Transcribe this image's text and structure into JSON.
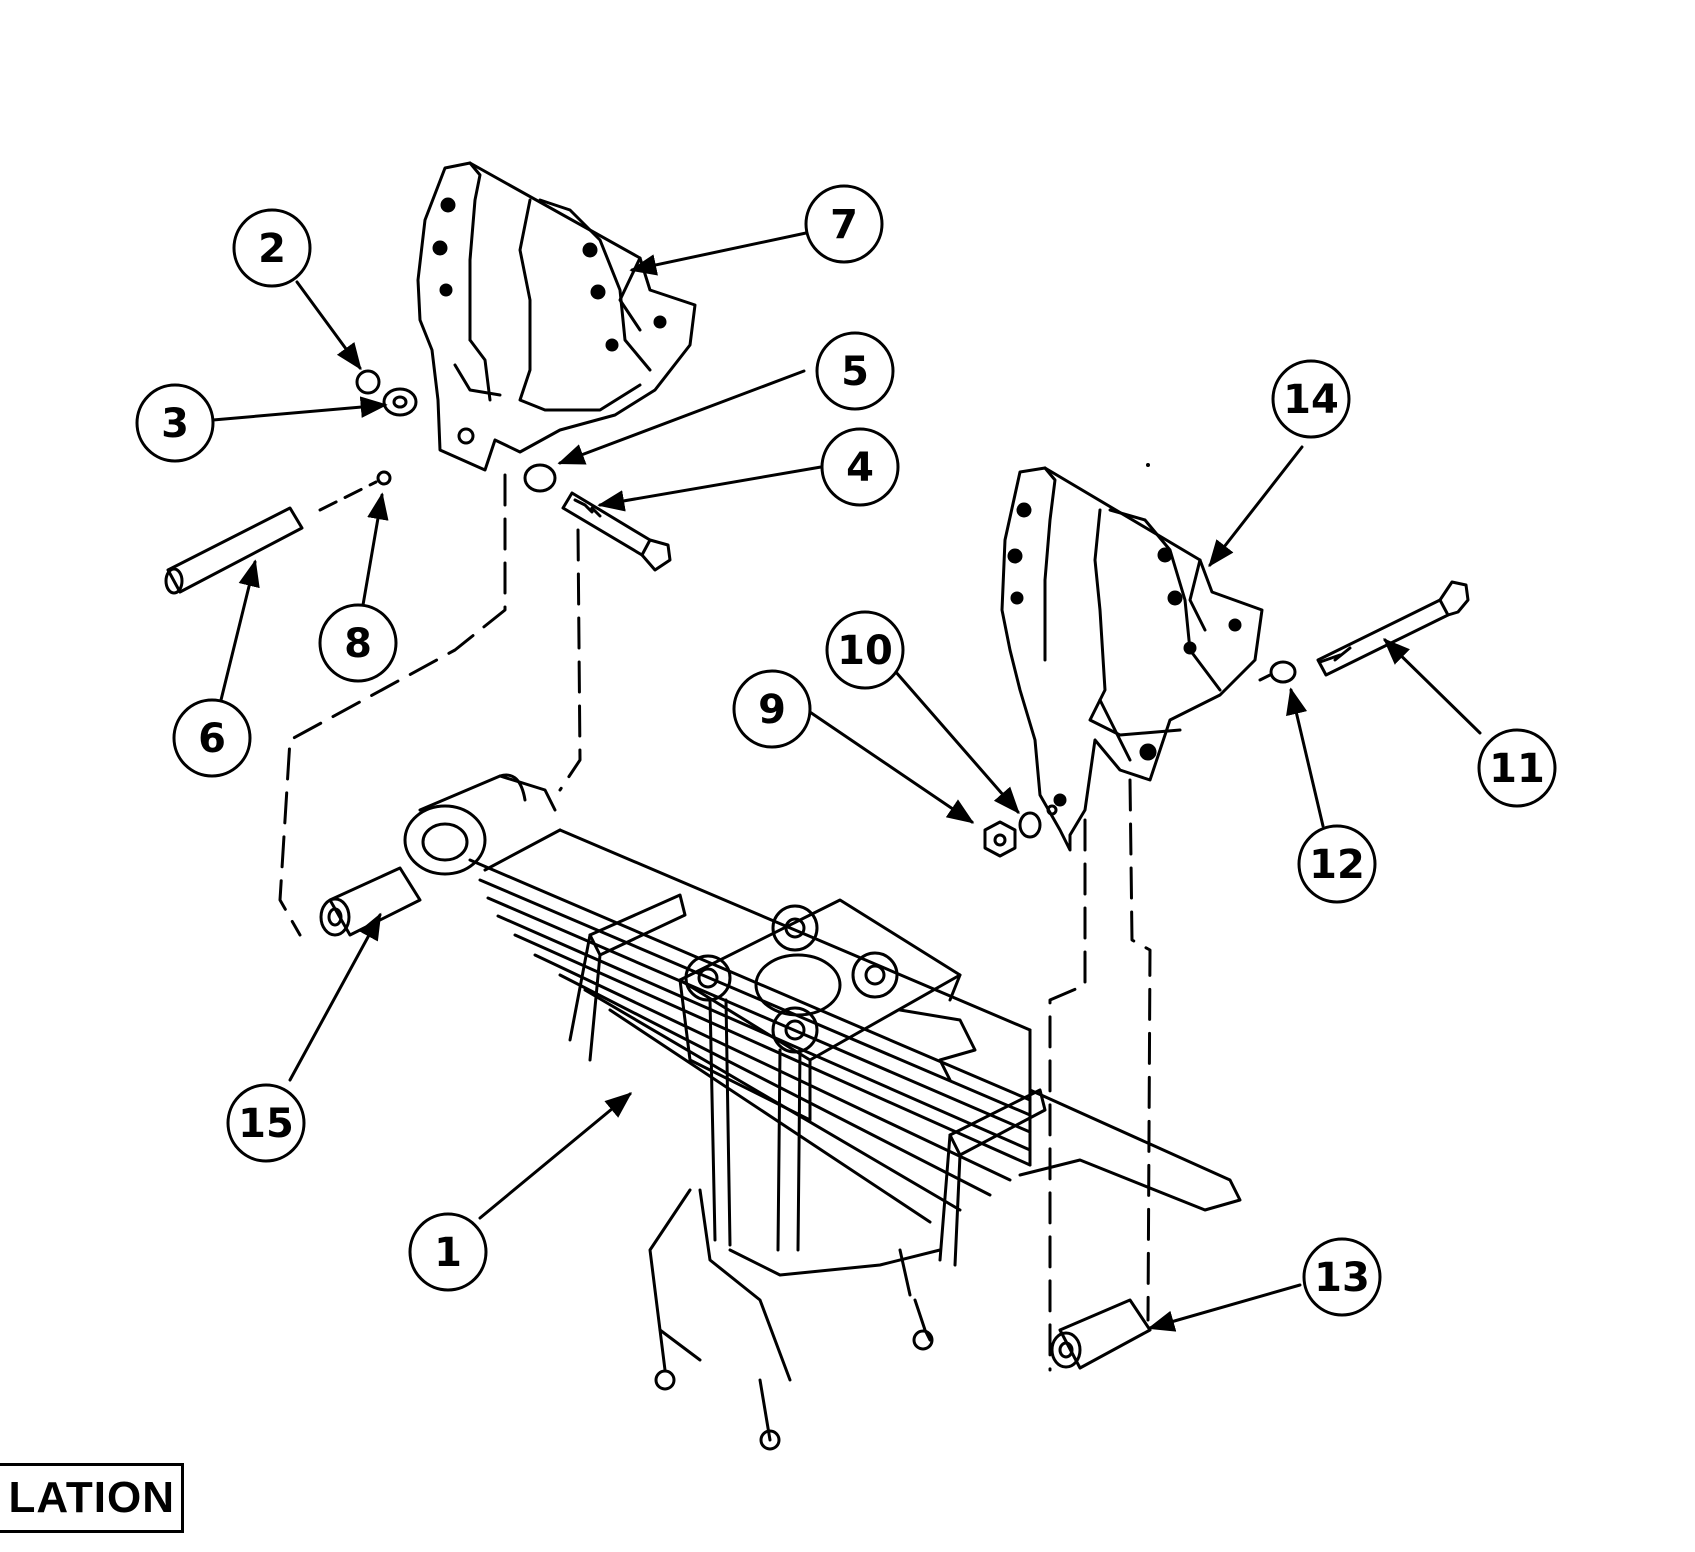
{
  "callouts": [
    {
      "id": "c1",
      "label": "1"
    },
    {
      "id": "c2",
      "label": "2"
    },
    {
      "id": "c3",
      "label": "3"
    },
    {
      "id": "c4",
      "label": "4"
    },
    {
      "id": "c5",
      "label": "5"
    },
    {
      "id": "c6",
      "label": "6"
    },
    {
      "id": "c7",
      "label": "7"
    },
    {
      "id": "c8",
      "label": "8"
    },
    {
      "id": "c9",
      "label": "9"
    },
    {
      "id": "c10",
      "label": "10"
    },
    {
      "id": "c11",
      "label": "11"
    },
    {
      "id": "c12",
      "label": "12"
    },
    {
      "id": "c13",
      "label": "13"
    },
    {
      "id": "c14",
      "label": "14"
    },
    {
      "id": "c15",
      "label": "15"
    }
  ],
  "caption": {
    "text": "LATION"
  }
}
